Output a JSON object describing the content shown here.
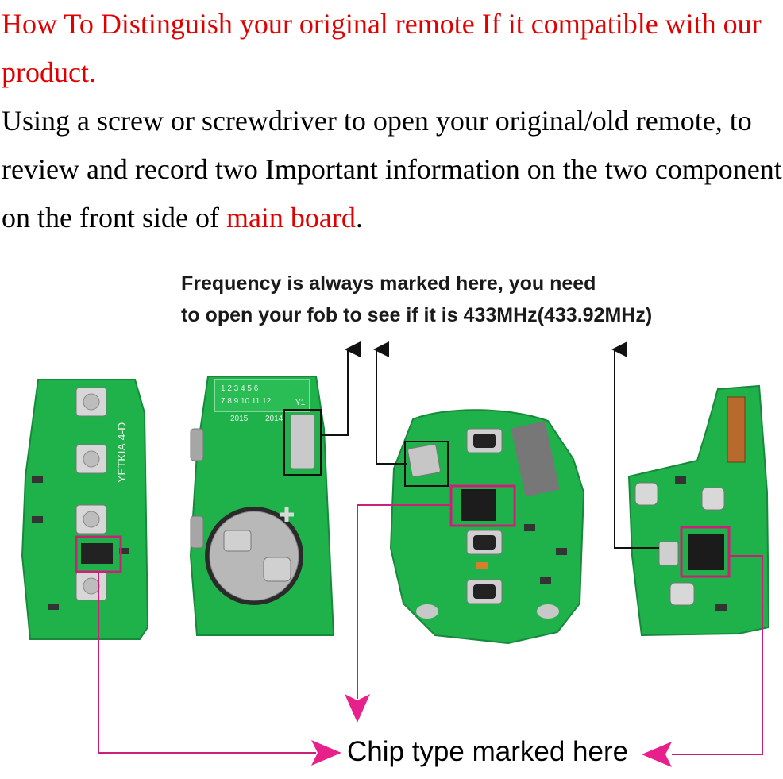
{
  "intro": {
    "heading": "How To Distinguish your original remote If it compatible with our product.",
    "body_before": "Using a screw or screwdriver to open your original/old remote, to review and record two Important information on the two component on the front side of ",
    "body_highlight": "main board",
    "body_after": "."
  },
  "frequency_note": {
    "line1": "Frequency is always marked here, you need",
    "line2": "to open your fob to see if it is 433MHz(433.92MHz)"
  },
  "chip_note": "Chip type marked here",
  "board_markings": {
    "yetkia": "YETKIA.4-D",
    "crystal": "Y1",
    "year_a": "2014",
    "year_b": "2015",
    "grid_row1": "1 2 3 4 5 6",
    "grid_row2": "7 8 9 10 11 12"
  },
  "colors": {
    "heading_red": "#e00000",
    "pcb_green": "#1fb24a",
    "pcb_dark": "#16893a",
    "marker_magenta": "#cc1f7a",
    "arrow_pink": "#e8208c"
  }
}
